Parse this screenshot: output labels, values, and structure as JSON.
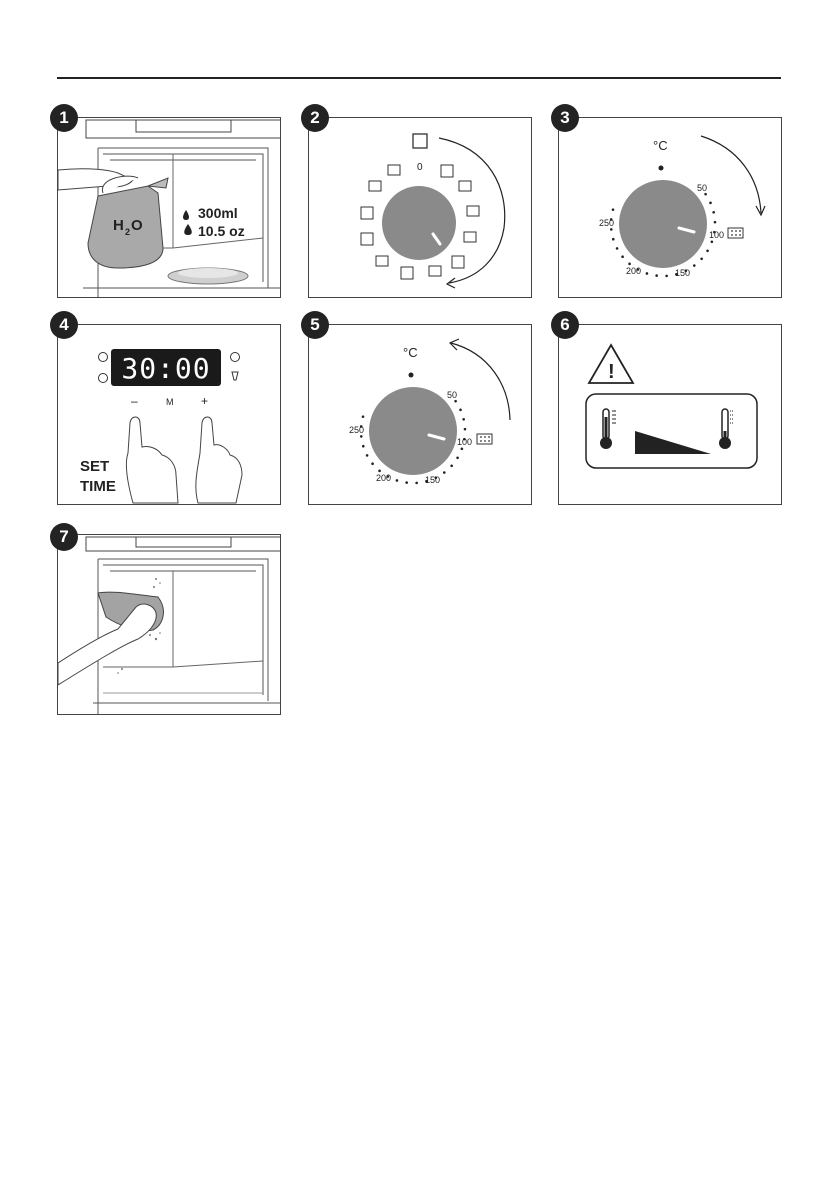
{
  "steps": [
    {
      "number": "1",
      "water_formula": "H",
      "water_sub": "2",
      "water_o": "O",
      "volume_ml": "300ml",
      "volume_oz": "10.5 oz"
    },
    {
      "number": "2",
      "dial_zero": "0"
    },
    {
      "number": "3",
      "unit": "°C",
      "ticks": [
        "50",
        "100",
        "150",
        "200",
        "250"
      ]
    },
    {
      "number": "4",
      "display_time": "30:00",
      "minus": "–",
      "mode": "M",
      "plus": "+",
      "label_line1": "SET",
      "label_line2": "TIME"
    },
    {
      "number": "5",
      "unit": "°C",
      "ticks": [
        "50",
        "100",
        "150",
        "200",
        "250"
      ]
    },
    {
      "number": "6",
      "warning_symbol": "!"
    },
    {
      "number": "7"
    }
  ],
  "colors": {
    "knob": "#8a8a8a",
    "ink": "#222222",
    "display_bg": "#1a1a1a",
    "jug": "#aaaaaa"
  }
}
